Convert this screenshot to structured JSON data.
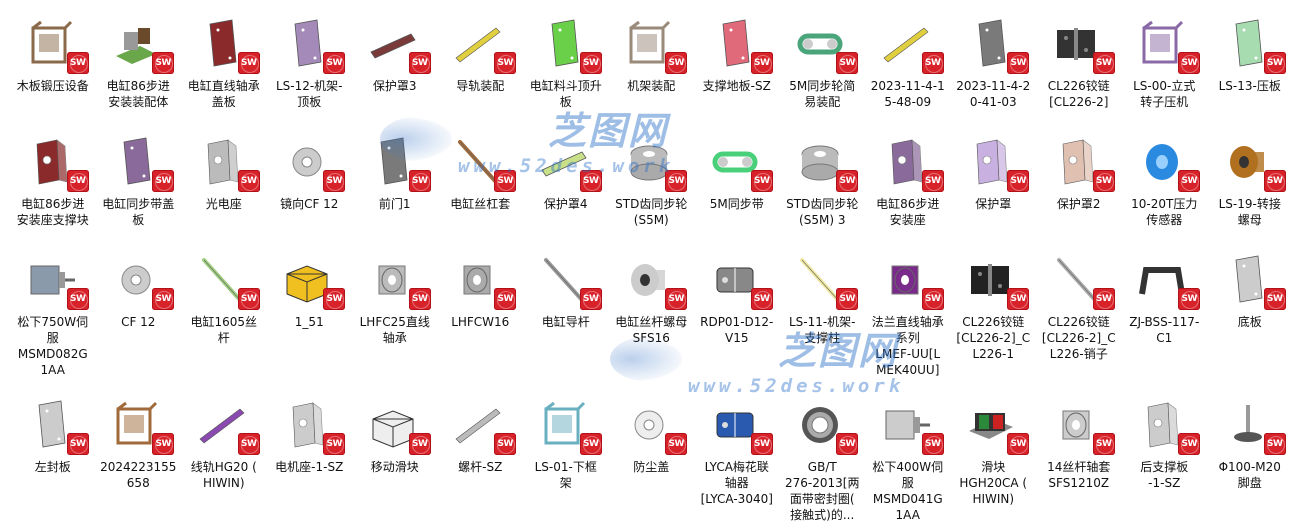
{
  "watermark": {
    "title": "芝图网",
    "url": "www.52des.work"
  },
  "badge_text": "SW",
  "colors": {
    "badge": "#d8222a",
    "label_text": "#111111",
    "background": "#ffffff"
  },
  "files": [
    {
      "label": "木板锻压设备",
      "icon": "machine-frame-icon",
      "color": "#8a6a4a"
    },
    {
      "label": "电缸86步进\n安装装配体",
      "icon": "motor-assembly-icon",
      "color": "#6aa64a"
    },
    {
      "label": "电缸直线轴承\n盖板",
      "icon": "plate-icon",
      "color": "#8a2a2a"
    },
    {
      "label": "LS-12-机架-\n顶板",
      "icon": "plate-icon",
      "color": "#a48ab8"
    },
    {
      "label": "保护罩3",
      "icon": "bar-icon",
      "color": "#7a3a3a"
    },
    {
      "label": "导轨装配",
      "icon": "rail-icon",
      "color": "#e0d040"
    },
    {
      "label": "电缸料斗顶升\n板",
      "icon": "plate-icon",
      "color": "#6ad04a"
    },
    {
      "label": "机架装配",
      "icon": "machine-frame-icon",
      "color": "#9a8a7a"
    },
    {
      "label": "支撑地板-SZ",
      "icon": "plate-icon",
      "color": "#e06a7a"
    },
    {
      "label": "5M同步轮简\n易装配",
      "icon": "belt-icon",
      "color": "#4aa67a"
    },
    {
      "label": "2023-11-4-1\n5-48-09",
      "icon": "rail-icon",
      "color": "#e0d040"
    },
    {
      "label": "2023-11-4-2\n0-41-03",
      "icon": "plate-icon",
      "color": "#7a7a7a"
    },
    {
      "label": "CL226铰链\n[CL226-2]",
      "icon": "hinge-icon",
      "color": "#333333"
    },
    {
      "label": "LS-00-立式\n转子压机",
      "icon": "machine-frame-icon",
      "color": "#8a6aa6"
    },
    {
      "label": "LS-13-压板",
      "icon": "plate-icon",
      "color": "#a6dcb0"
    },
    {
      "label": "电缸86步进\n安装座支撑块",
      "icon": "bracket-icon",
      "color": "#8a2a2a"
    },
    {
      "label": "电缸同步带盖\n板",
      "icon": "plate-icon",
      "color": "#8a6a9a"
    },
    {
      "label": "光电座",
      "icon": "bracket-icon",
      "color": "#bbbbbb"
    },
    {
      "label": "镜向CF 12",
      "icon": "roller-icon",
      "color": "#cccccc"
    },
    {
      "label": "前门1",
      "icon": "plate-icon",
      "color": "#7a7a7a"
    },
    {
      "label": "电缸丝杠套",
      "icon": "shaft-icon",
      "color": "#a06a3a"
    },
    {
      "label": "保护罩4",
      "icon": "bar-icon",
      "color": "#c8e08a"
    },
    {
      "label": "STD齿同步轮\n(S5M)",
      "icon": "pulley-icon",
      "color": "#bbbbbb"
    },
    {
      "label": "5M同步带",
      "icon": "belt-icon",
      "color": "#4ad07a"
    },
    {
      "label": "STD齿同步轮\n(S5M) 3",
      "icon": "pulley-icon",
      "color": "#bbbbbb"
    },
    {
      "label": "电缸86步进\n安装座",
      "icon": "bracket-icon",
      "color": "#8a6a9a"
    },
    {
      "label": "保护罩",
      "icon": "bracket-icon",
      "color": "#c8b0e0"
    },
    {
      "label": "保护罩2",
      "icon": "bracket-icon",
      "color": "#e0c0b0"
    },
    {
      "label": "10-20T压力\n传感器",
      "icon": "sensor-icon",
      "color": "#2a8ae0"
    },
    {
      "label": "LS-19-转接\n螺母",
      "icon": "nut-icon",
      "color": "#b07020"
    },
    {
      "label": "松下750W伺\n服\nMSMD082G\n1AA",
      "icon": "motor-icon",
      "color": "#8a9aaa"
    },
    {
      "label": "CF 12",
      "icon": "roller-icon",
      "color": "#cccccc"
    },
    {
      "label": "电缸1605丝\n杆",
      "icon": "shaft-icon",
      "color": "#a0d080"
    },
    {
      "label": "1_51",
      "icon": "block-icon",
      "color": "#f0c020"
    },
    {
      "label": "LHFC25直线\n轴承",
      "icon": "bearing-icon",
      "color": "#bbbbbb"
    },
    {
      "label": "LHFCW16",
      "icon": "bearing-icon",
      "color": "#aaaaaa"
    },
    {
      "label": "电缸导杆",
      "icon": "shaft-icon",
      "color": "#999999"
    },
    {
      "label": "电缸丝杆螺母\nSFS16",
      "icon": "nut-icon",
      "color": "#cccccc"
    },
    {
      "label": "RDP01-D12-\nV15",
      "icon": "coupling-icon",
      "color": "#888888"
    },
    {
      "label": "LS-11-机架-\n支撑柱",
      "icon": "shaft-icon",
      "color": "#f0e8a0"
    },
    {
      "label": "法兰直线轴承\n系列\nLMEF-UU[L\nMEK40UU]",
      "icon": "bearing-icon",
      "color": "#7a2a8a"
    },
    {
      "label": "CL226铰链\n[CL226-2]_C\nL226-1",
      "icon": "hinge-icon",
      "color": "#222222"
    },
    {
      "label": "CL226铰链\n[CL226-2]_C\nL226-销子",
      "icon": "shaft-icon",
      "color": "#aaaaaa"
    },
    {
      "label": "ZJ-BSS-117-\nC1",
      "icon": "handle-icon",
      "color": "#333333"
    },
    {
      "label": "底板",
      "icon": "plate-icon",
      "color": "#cccccc"
    },
    {
      "label": "左封板",
      "icon": "plate-icon",
      "color": "#cccccc"
    },
    {
      "label": "2024223155\n658",
      "icon": "machine-frame-icon",
      "color": "#a06a3a"
    },
    {
      "label": "线轨HG20 (\nHIWIN)",
      "icon": "rail-icon",
      "color": "#8a4ab0"
    },
    {
      "label": "电机座-1-SZ",
      "icon": "bracket-icon",
      "color": "#cccccc"
    },
    {
      "label": "移动滑块",
      "icon": "block-icon",
      "color": "#eeeeee"
    },
    {
      "label": "螺杆-SZ",
      "icon": "rail-icon",
      "color": "#bbbbbb"
    },
    {
      "label": "LS-01-下框\n架",
      "icon": "machine-frame-icon",
      "color": "#6ab0c0"
    },
    {
      "label": "防尘盖",
      "icon": "roller-icon",
      "color": "#eeeeee"
    },
    {
      "label": "LYCA梅花联\n轴器\n[LYCA-3040]",
      "icon": "coupling-icon",
      "color": "#2a5ab0"
    },
    {
      "label": "GB/T\n276-2013[两\n面带密封圈(\n接触式)的...",
      "icon": "bearing-ring-icon",
      "color": "#aaaaaa"
    },
    {
      "label": "松下400W伺\n服\nMSMD041G\n1AA",
      "icon": "motor-icon",
      "color": "#cccccc"
    },
    {
      "label": "滑块\nHGH20CA (\nHIWIN)",
      "icon": "slider-block-icon",
      "color": "#2a8a3a"
    },
    {
      "label": "14丝杆轴套\nSFS1210Z",
      "icon": "bearing-icon",
      "color": "#cccccc"
    },
    {
      "label": "后支撑板\n-1-SZ",
      "icon": "bracket-icon",
      "color": "#cccccc"
    },
    {
      "label": "Φ100-M20\n脚盘",
      "icon": "foot-icon",
      "color": "#555555"
    }
  ]
}
